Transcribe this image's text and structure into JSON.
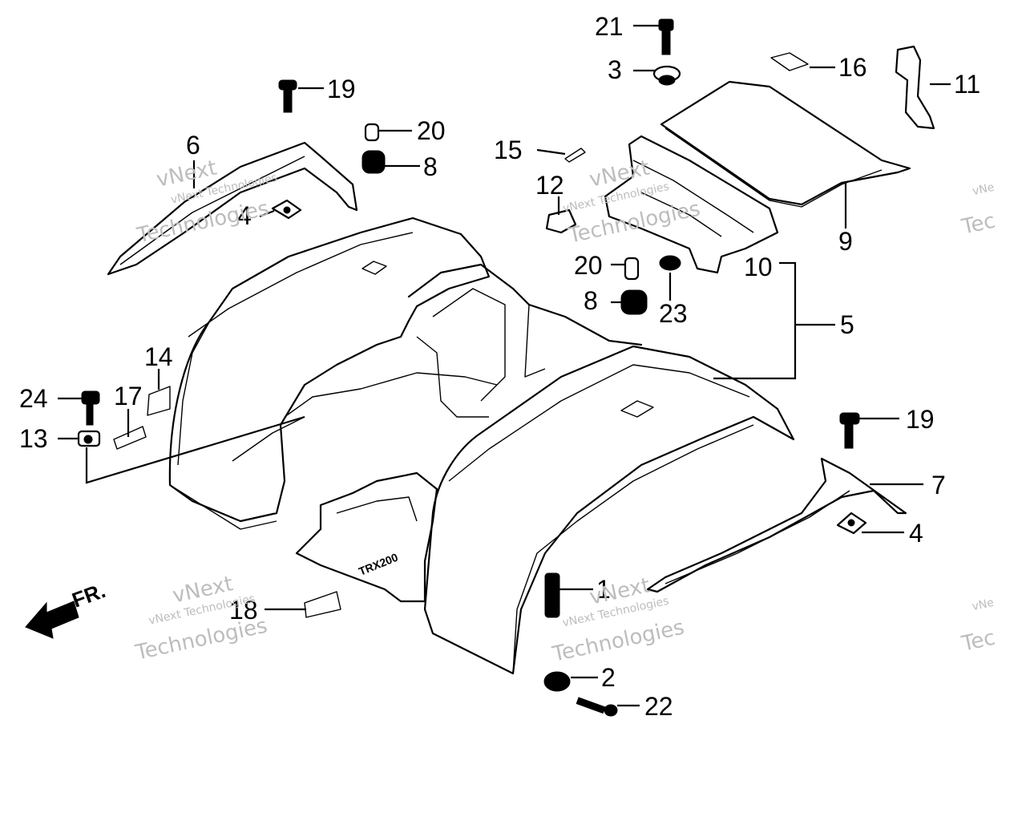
{
  "diagram": {
    "direction_label": "FR.",
    "decal_text": "TRX200",
    "callouts": {
      "c21": "21",
      "c3": "3",
      "c16": "16",
      "c11": "11",
      "c19a": "19",
      "c20a": "20",
      "c8a": "8",
      "c6": "6",
      "c4a": "4",
      "c15": "15",
      "c12": "12",
      "c9": "9",
      "c20b": "20",
      "c10": "10",
      "c8b": "8",
      "c23": "23",
      "c5": "5",
      "c14": "14",
      "c24": "24",
      "c17": "17",
      "c13": "13",
      "c19b": "19",
      "c7": "7",
      "c4b": "4",
      "c1": "1",
      "c18": "18",
      "c2": "2",
      "c22": "22"
    }
  },
  "watermark": {
    "top": "vNext",
    "line": "vNext Technologies",
    "big": "Technologies",
    "partial_a": "vNe",
    "partial_b": "Tec"
  }
}
